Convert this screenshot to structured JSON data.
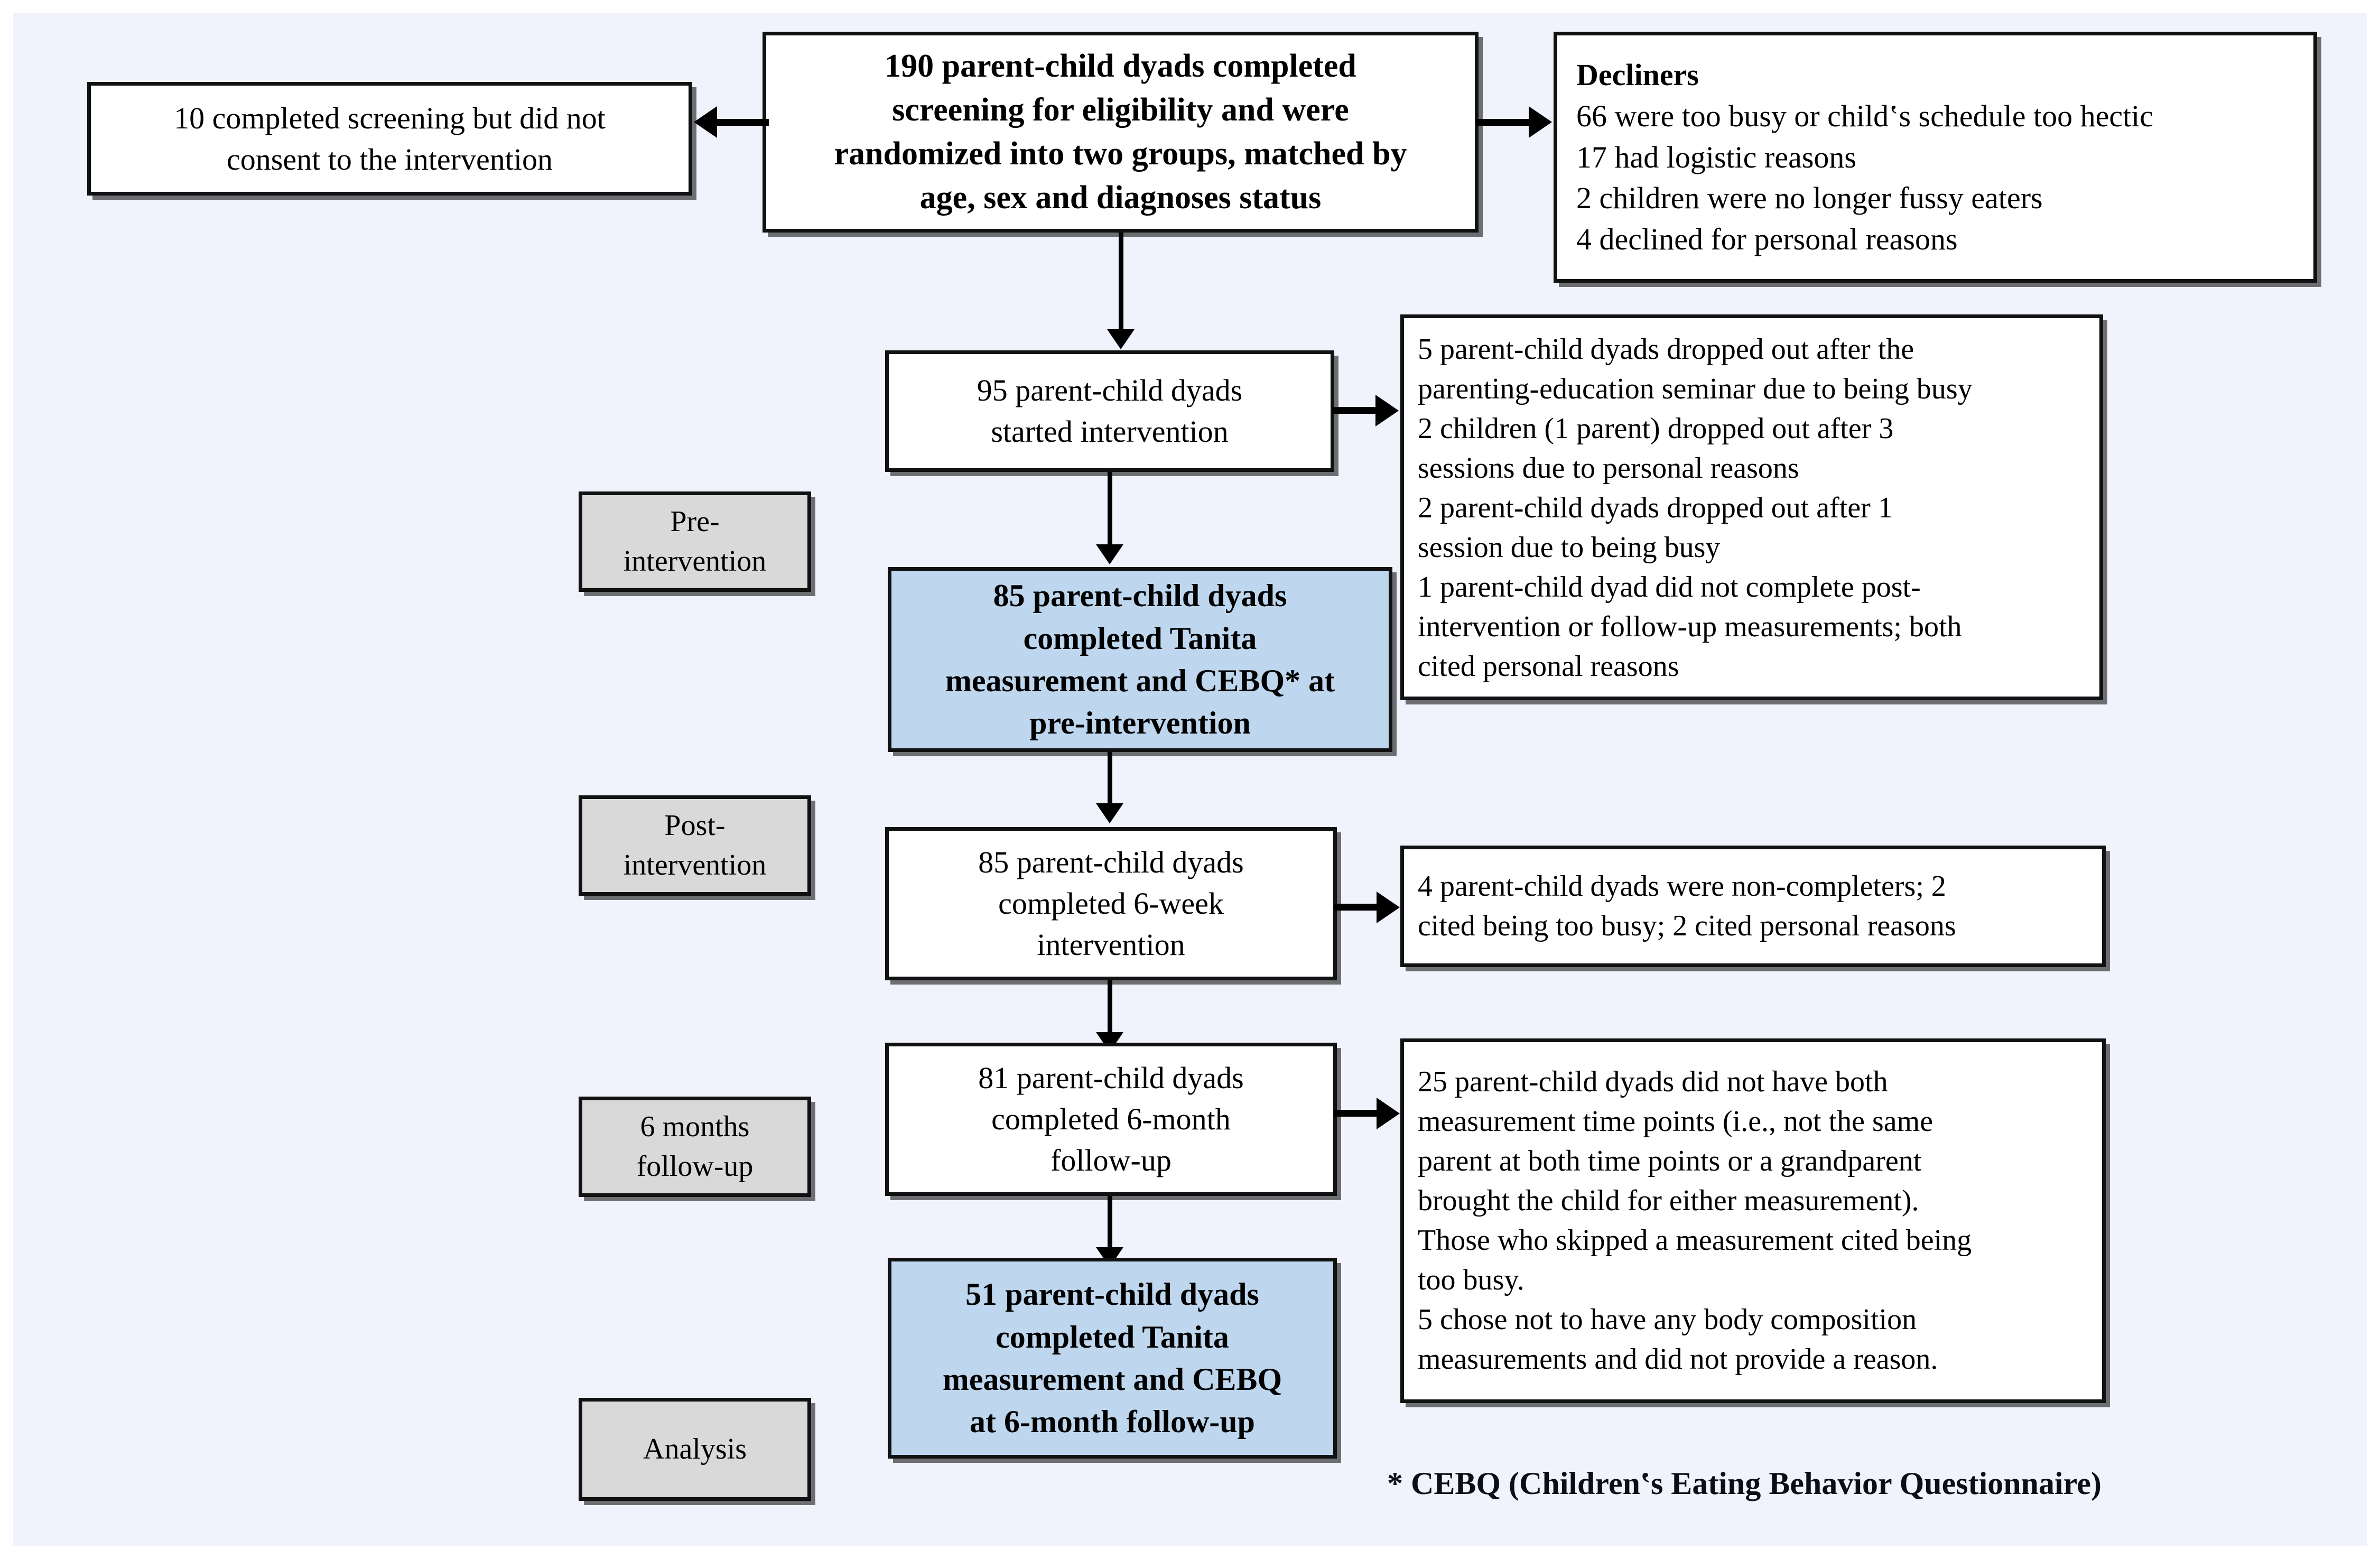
{
  "figure": {
    "type": "consort-flow-diagram",
    "background_color": "#f0f3fc",
    "highlight_color": "#bed7ef",
    "stage_label_color": "#d9d9d9",
    "border_color": "#111111"
  },
  "nodes": {
    "enrollment": {
      "text": "190 parent-child dyads completed\nscreening for eligibility and were\nrandomized into two groups, matched by\nage, sex and diagnoses status",
      "bold": true
    },
    "non_consent": {
      "text": "10 completed screening but did not\nconsent to the intervention",
      "bold": false
    },
    "decliners": {
      "title": "Decliners",
      "text": "66 were too busy or child‛s schedule too hectic\n17 had logistic reasons\n2 children were no longer fussy eaters\n4 declined for personal reasons",
      "bold": false
    },
    "started": {
      "text": "95 parent-child dyads\nstarted intervention",
      "bold": false
    },
    "dropouts": {
      "text": "5 parent-child dyads dropped out after the\nparenting-education seminar due to being busy\n2 children (1 parent) dropped out after 3\nsessions due to personal reasons\n2 parent-child dyads dropped out after 1\nsession due to being busy\n1 parent-child dyad did not complete post-\nintervention or follow-up measurements; both\ncited personal reasons",
      "bold": false
    },
    "pre_measure": {
      "text": "85 parent-child dyads\ncompleted Tanita\nmeasurement and CEBQ* at\npre-intervention",
      "bold": true
    },
    "post_complete": {
      "text": "85 parent-child dyads\ncompleted 6-week\nintervention",
      "bold": false
    },
    "non_completers": {
      "text": "4 parent-child dyads were non-completers; 2\ncited being too busy; 2 cited personal reasons",
      "bold": false
    },
    "followup_complete": {
      "text": "81 parent-child dyads\ncompleted 6-month\nfollow-up",
      "bold": false
    },
    "followup_excluded": {
      "text": "25 parent-child dyads did not have both\nmeasurement time points (i.e., not the same\nparent at both time points or a grandparent\nbrought the child for either measurement).\nThose who skipped a measurement cited being\ntoo busy.\n5 chose not to have any body composition\nmeasurements and did not provide a reason.",
      "bold": false
    },
    "analysis_measure": {
      "text": "51 parent-child dyads\ncompleted Tanita\nmeasurement and CEBQ\nat 6-month follow-up",
      "bold": true
    }
  },
  "stage_labels": {
    "pre": "Pre-\nintervention",
    "post": "Post-\nintervention",
    "followup": "6 months\nfollow-up",
    "analysis": "Analysis"
  },
  "footnote": {
    "text": "* CEBQ (Children‛s Eating Behavior Questionnaire)"
  }
}
